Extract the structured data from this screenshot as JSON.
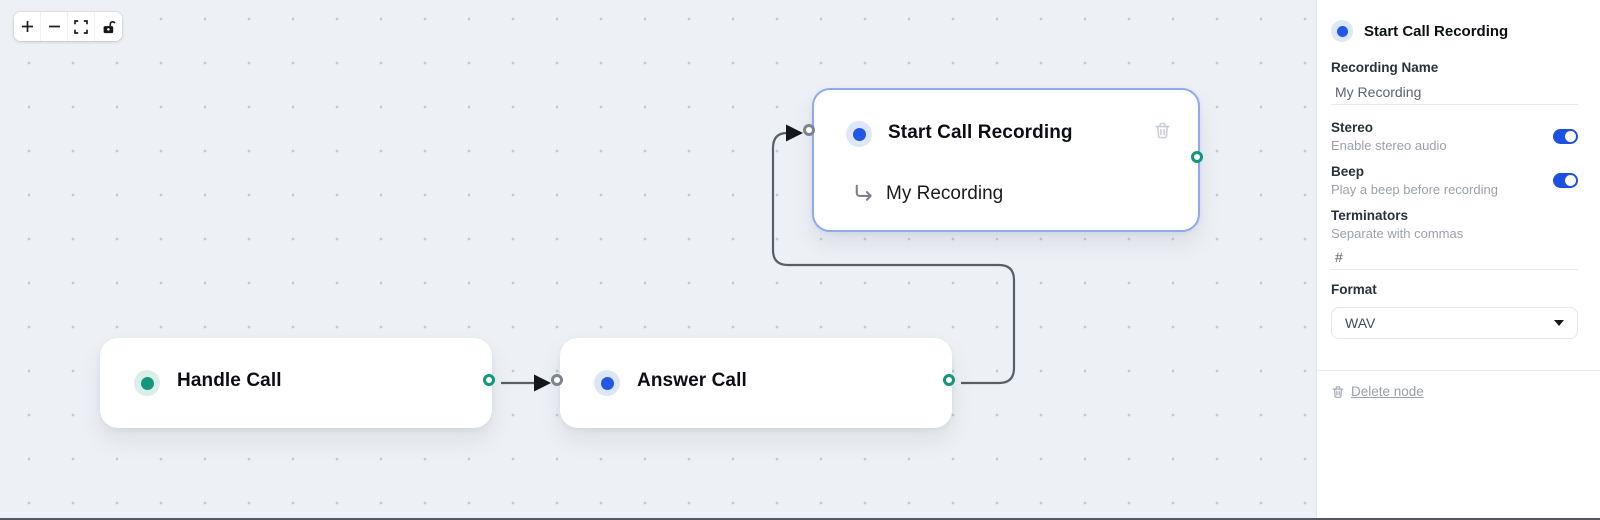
{
  "toolbar": {
    "buttons": [
      {
        "name": "zoom-in",
        "icon": "plus-icon"
      },
      {
        "name": "zoom-out",
        "icon": "minus-icon"
      },
      {
        "name": "fit-view",
        "icon": "fit-view-icon"
      },
      {
        "name": "toggle-interactivity",
        "icon": "unlocked-padlock-icon"
      }
    ]
  },
  "canvas": {
    "nodes": [
      {
        "id": "handle-call",
        "title": "Handle Call",
        "accent": "teal",
        "selected": false
      },
      {
        "id": "answer-call",
        "title": "Answer Call",
        "accent": "blue",
        "selected": false
      },
      {
        "id": "start-call-recording",
        "title": "Start Call Recording",
        "subtitle": "My Recording",
        "accent": "blue",
        "selected": true
      }
    ],
    "edges": [
      {
        "from": "handle-call",
        "to": "answer-call"
      },
      {
        "from": "answer-call",
        "to": "start-call-recording"
      }
    ]
  },
  "panel": {
    "title": "Start Call Recording",
    "recording_name": {
      "label": "Recording Name",
      "value": "My Recording"
    },
    "stereo": {
      "label": "Stereo",
      "helper": "Enable stereo audio",
      "enabled": true
    },
    "beep": {
      "label": "Beep",
      "helper": "Play a beep before recording",
      "enabled": true
    },
    "terminators": {
      "label": "Terminators",
      "helper": "Separate with commas",
      "value": "#"
    },
    "format": {
      "label": "Format",
      "value": "WAV"
    },
    "delete_label": "Delete node"
  },
  "colors": {
    "accent_blue": "#2158e8",
    "accent_teal": "#13967c",
    "selected_border": "#8ea9f4",
    "toggle_on": "#1b50e0",
    "edge": "#595f67",
    "canvas_bg": "#edf1f5"
  }
}
